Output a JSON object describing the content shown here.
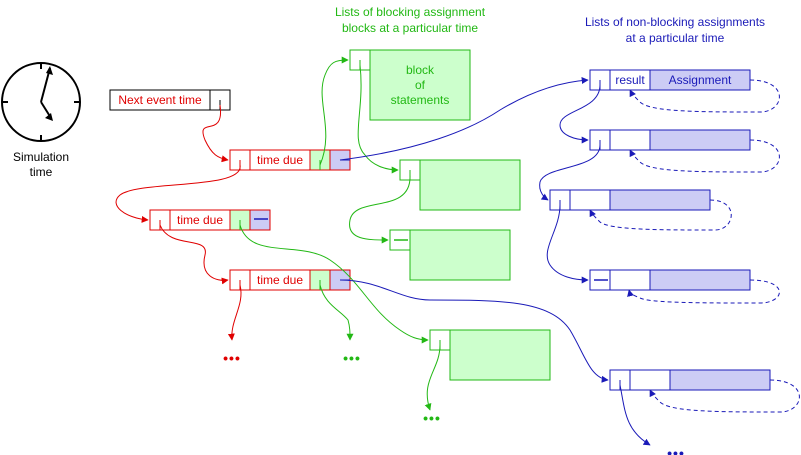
{
  "clock": {
    "label_line1": "Simulation",
    "label_line2": "time"
  },
  "red": {
    "next_event_label": "Next event time",
    "nodes": [
      {
        "label": "time due"
      },
      {
        "label": "time due"
      },
      {
        "label": "time due"
      }
    ],
    "ellipsis": "•••"
  },
  "green": {
    "heading_line1": "Lists of blocking assignment",
    "heading_line2": "blocks at a particular time",
    "block_line1": "block",
    "block_line2": "of",
    "block_line3": "statements",
    "ellipsis": "•••"
  },
  "blue": {
    "heading_line1": "Lists of non-blocking assignments",
    "heading_line2": "at a particular time",
    "result_label": "result",
    "assignment_label": "Assignment",
    "ellipsis": "•••"
  },
  "colors": {
    "red": "#e00000",
    "green": "#22b814",
    "green_fill": "#ccffcc",
    "blue": "#1a1ab8",
    "blue_fill": "#ccccf5"
  }
}
